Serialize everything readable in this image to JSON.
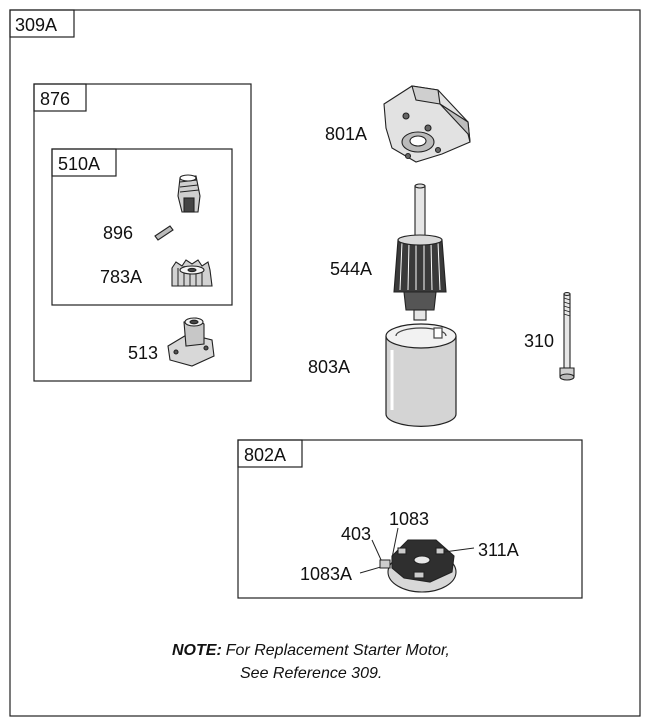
{
  "diagram": {
    "group_main": "309A",
    "group_876": "876",
    "group_510a": "510A",
    "group_802a": "802A",
    "parts": {
      "p801a": "801A",
      "p544a": "544A",
      "p803a": "803A",
      "p310": "310",
      "p896": "896",
      "p783a": "783A",
      "p513": "513",
      "p403": "403",
      "p1083_top": "1083",
      "p1083_left": "1083A",
      "p311a": "311A"
    },
    "note": {
      "prefix": "NOTE:",
      "line1": "For Replacement Starter Motor,",
      "line2": "See Reference 309."
    }
  }
}
